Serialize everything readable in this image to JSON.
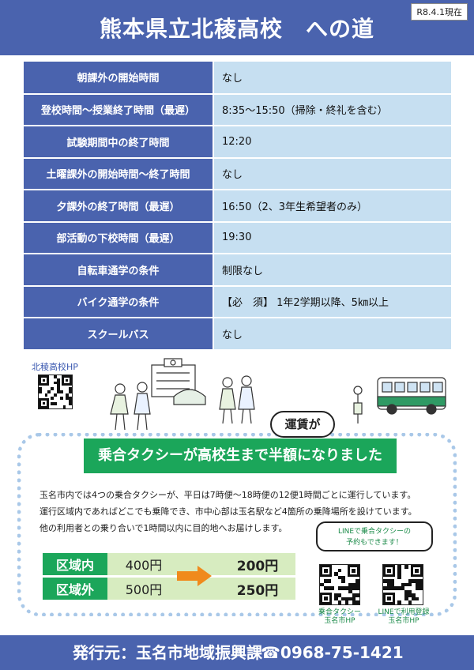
{
  "header": {
    "title": "熊本県立北稜高校　への道",
    "date": "R8.4.1現在"
  },
  "info_rows": [
    {
      "label": "朝課外の開始時間",
      "value": "なし"
    },
    {
      "label": "登校時間～授業終了時間（最遅）",
      "value": " 8:35～15:50（掃除・終礼を含む）"
    },
    {
      "label": "試験期間中の終了時間",
      "value": "12:20"
    },
    {
      "label": "土曜課外の開始時間～終了時間",
      "value": "なし"
    },
    {
      "label": "夕課外の終了時間（最遅）",
      "value": "16:50（2、3年生希望者のみ）"
    },
    {
      "label": "部活動の下校時間（最遅）",
      "value": "19:30"
    },
    {
      "label": "自転車通学の条件",
      "value": "制限なし"
    },
    {
      "label": "バイク通学の条件",
      "value": "【必　須】 1年2学期以降、5㎞以上"
    },
    {
      "label": "スクールバス",
      "value": "なし"
    }
  ],
  "school_hp_label": "北稜高校HP",
  "taxi": {
    "bubble": "運賃が",
    "banner": "乗合タクシーが高校生まで半額になりました",
    "desc": [
      "玉名市内では4つの乗合タクシーが、平日は7時便～18時便の12便1時間ごとに運行しています。",
      "運行区域内であればどこでも乗降でき、市中心部は玉名駅など4箇所の乗降場所を設けています。",
      "他の利用者との乗り合いで1時間以内に目的地へお届けします。"
    ],
    "line_bubble": [
      "LINEで乗合タクシーの",
      "予約もできます！"
    ],
    "fares": [
      {
        "area": "区域内",
        "old": "400円",
        "new": "200円"
      },
      {
        "area": "区域外",
        "old": "500円",
        "new": "250円"
      }
    ],
    "qr_captions": [
      [
        "乗合タクシー",
        "玉名市HP"
      ],
      [
        "LINEで利用登録",
        "玉名市HP"
      ]
    ]
  },
  "footer": {
    "issuer": "発行元：玉名市地域振興課",
    "phone": "☎0968-75-1421"
  },
  "colors": {
    "navy": "#4a63ae",
    "light_blue": "#c6dff1",
    "green": "#1ba65a",
    "light_green": "#d7ecc0",
    "orange": "#f08a1c"
  }
}
